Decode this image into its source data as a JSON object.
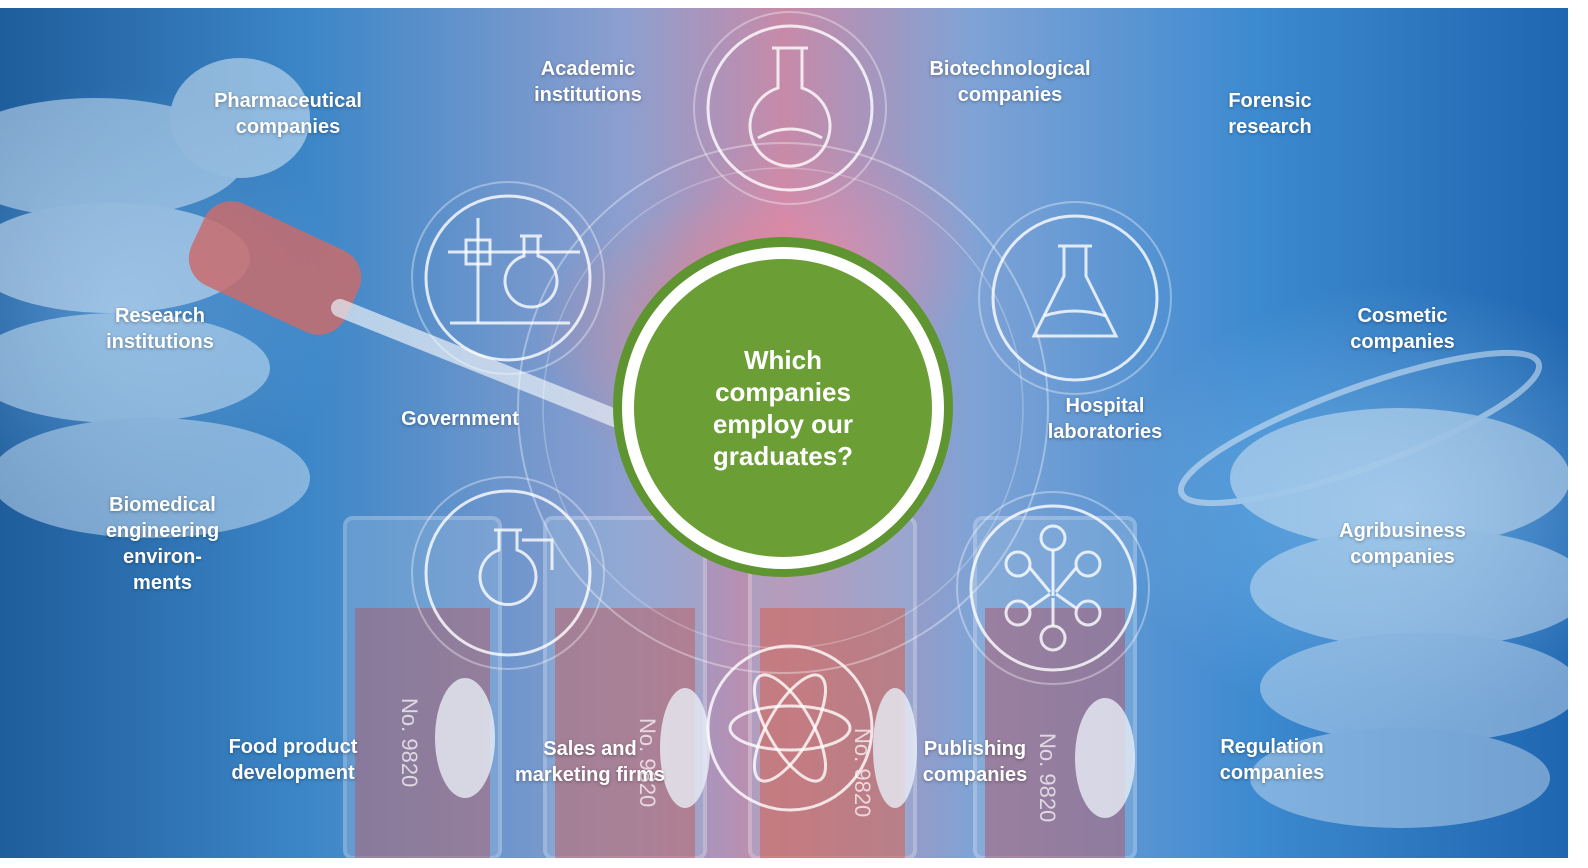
{
  "center": {
    "question": "Which\ncompanies\nemploy our\ngraduates?"
  },
  "labels": {
    "pharmaceutical": "Pharmaceutical\ncompanies",
    "academic": "Academic\ninstitutions",
    "biotech": "Biotechnological\ncompanies",
    "forensic": "Forensic\nresearch",
    "research": "Research\ninstitutions",
    "cosmetic": "Cosmetic\ncompanies",
    "government": "Government",
    "hospital": "Hospital\nlaboratories",
    "biomedical": "Biomedical\nengineering\nenviron-\nments",
    "agribusiness": "Agribusiness\ncompanies",
    "food": "Food product\ndevelopment",
    "sales": "Sales and\nmarketing firms",
    "publishing": "Publishing\ncompanies",
    "regulation": "Regulation\ncompanies"
  },
  "colors": {
    "accent": "#6b9e35",
    "accent_dark": "#5f9530",
    "text": "#ffffff"
  },
  "icons": [
    "round-flask-icon",
    "lab-stand-icon",
    "erlenmeyer-flask-icon",
    "distillation-flask-icon",
    "atom-icon",
    "molecule-icon"
  ],
  "decor": {
    "test_tube_label": "No. 9820"
  }
}
